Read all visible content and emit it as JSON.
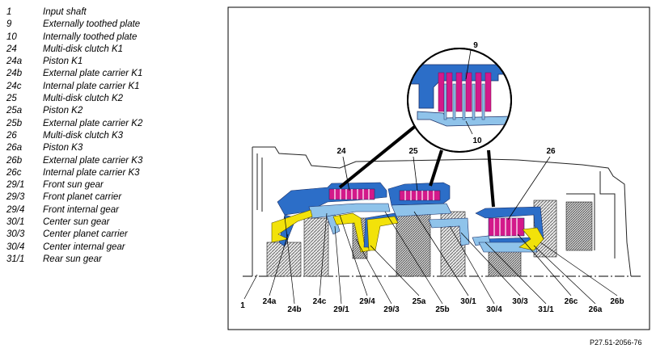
{
  "legend": [
    {
      "num": "1",
      "label": "Input shaft"
    },
    {
      "num": "9",
      "label": "Externally toothed plate"
    },
    {
      "num": "10",
      "label": "Internally toothed plate"
    },
    {
      "num": "24",
      "label": "Multi-disk clutch K1"
    },
    {
      "num": "24a",
      "label": "Piston K1"
    },
    {
      "num": "24b",
      "label": "External plate carrier K1"
    },
    {
      "num": "24c",
      "label": "Internal plate carrier K1"
    },
    {
      "num": "25",
      "label": "Multi-disk clutch K2"
    },
    {
      "num": "25a",
      "label": "Piston K2"
    },
    {
      "num": "25b",
      "label": "External plate carrier K2"
    },
    {
      "num": "26",
      "label": "Multi-disk clutch K3"
    },
    {
      "num": "26a",
      "label": "Piston K3"
    },
    {
      "num": "26b",
      "label": "External plate carrier K3"
    },
    {
      "num": "26c",
      "label": "Internal plate carrier K3"
    },
    {
      "num": "29/1",
      "label": "Front sun gear"
    },
    {
      "num": "29/3",
      "label": "Front planet carrier"
    },
    {
      "num": "29/4",
      "label": "Front internal gear"
    },
    {
      "num": "30/1",
      "label": "Center sun gear"
    },
    {
      "num": "30/3",
      "label": "Center planet carrier"
    },
    {
      "num": "30/4",
      "label": "Center internal gear"
    },
    {
      "num": "31/1",
      "label": "Rear sun gear"
    }
  ],
  "callouts": {
    "zoom_9": "9",
    "zoom_10": "10",
    "c24": "24",
    "c25": "25",
    "c26": "26",
    "b1": "1",
    "b24a": "24a",
    "b24b": "24b",
    "b24c": "24c",
    "b29_1": "29/1",
    "b29_4": "29/4",
    "b29_3": "29/3",
    "b25a": "25a",
    "b25b": "25b",
    "b30_1": "30/1",
    "b30_4": "30/4",
    "b30_3": "30/3",
    "b31_1": "31/1",
    "b26c": "26c",
    "b26a": "26a",
    "b26b": "26b"
  },
  "reference_code": "P27.51-2056-76",
  "colors": {
    "housing_blue": "#2c6ec8",
    "light_blue": "#8fc3ea",
    "plate_magenta": "#d3198a",
    "piston_yellow": "#f2e20a",
    "outline": "#000000"
  }
}
